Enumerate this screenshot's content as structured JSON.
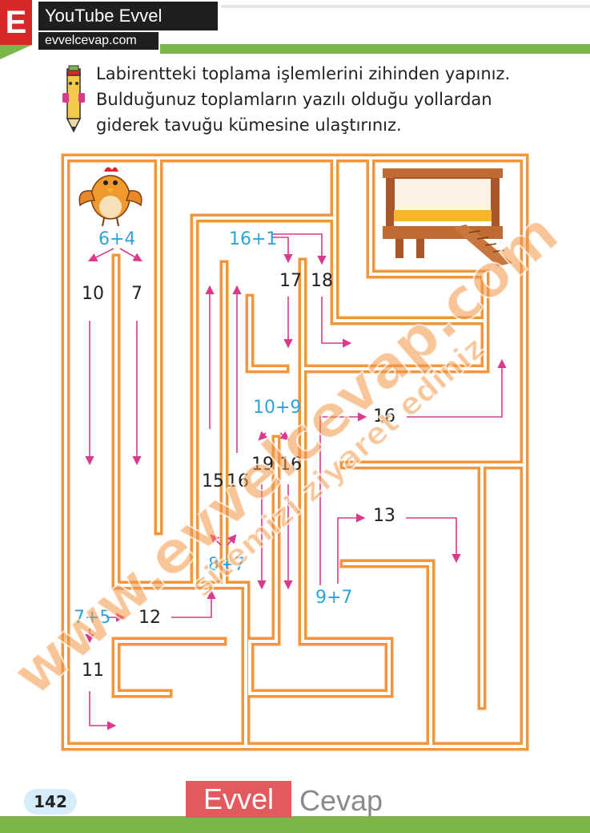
{
  "header": {
    "badge": "E",
    "youtube": "YouTube Evvel Cevap",
    "site": "evvelcevap.com"
  },
  "instructions": [
    "Labirentteki toplama işlemlerini zihinden yapınız.",
    "Bulduğunuz toplamların yazılı olduğu yollardan",
    "giderek tavuğu kümesine ulaştırınız."
  ],
  "maze": {
    "operations": {
      "op1": "6+4",
      "op2": "16+1",
      "op3": "10+9",
      "op4": "8+7",
      "op5": "7+5",
      "op6": "9+7"
    },
    "numbers": {
      "n10": "10",
      "n7": "7",
      "n17": "17",
      "n18": "18",
      "n16a": "16",
      "n19": "19",
      "n16b": "16",
      "n15": "15",
      "n16c": "16",
      "n13": "13",
      "n12": "12",
      "n11": "11"
    }
  },
  "watermarks": {
    "main": "www.evvelcevap.com",
    "sub": "sitemizi ziyaret ediniz"
  },
  "footer": {
    "page": "142",
    "brand_left": "Evvel",
    "brand_right": "Cevap"
  },
  "colors": {
    "wall": "#f2963e",
    "op_text": "#2ea3d8",
    "arrow": "#d93a8c",
    "green": "#7ab648",
    "red": "#d8282a"
  }
}
